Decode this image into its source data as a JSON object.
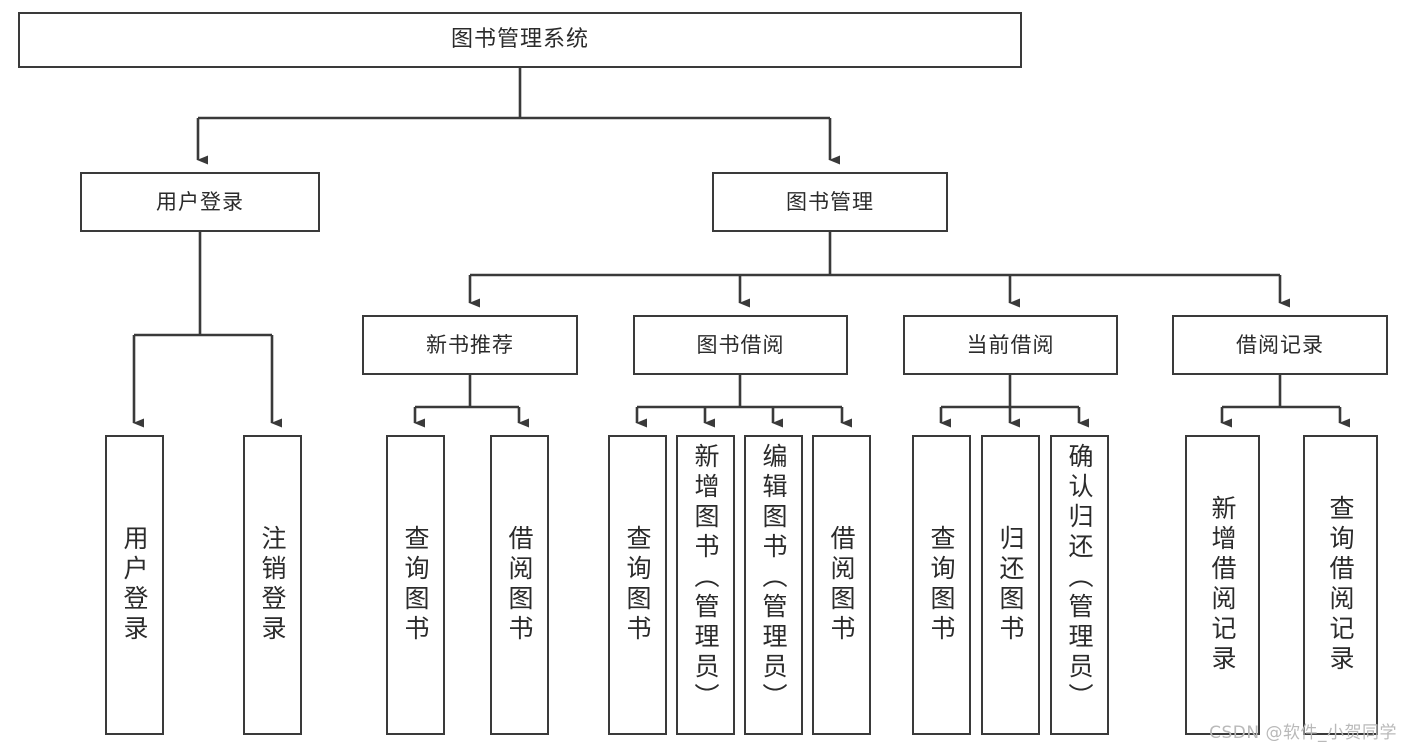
{
  "diagram": {
    "title": "图书管理系统",
    "type": "tree-hierarchy-chart",
    "root": {
      "label": "图书管理系统"
    },
    "level2": [
      {
        "label": "用户登录"
      },
      {
        "label": "图书管理"
      }
    ],
    "level3": [
      {
        "label": "新书推荐"
      },
      {
        "label": "图书借阅"
      },
      {
        "label": "当前借阅"
      },
      {
        "label": "借阅记录"
      }
    ],
    "leaves_user_login": [
      {
        "label": "用户登录"
      },
      {
        "label": "注销登录"
      }
    ],
    "leaves_new_book": [
      {
        "label": "查询图书"
      },
      {
        "label": "借阅图书"
      }
    ],
    "leaves_borrow": [
      {
        "label": "查询图书"
      },
      {
        "label": "新增图书（管理员）"
      },
      {
        "label": "编辑图书（管理员）"
      },
      {
        "label": "借阅图书"
      }
    ],
    "leaves_current": [
      {
        "label": "查询图书"
      },
      {
        "label": "归还图书"
      },
      {
        "label": "确认归还（管理员）"
      }
    ],
    "leaves_record": [
      {
        "label": "新增借阅记录"
      },
      {
        "label": "查询借阅记录"
      }
    ]
  },
  "watermark": {
    "text": "CSDN @软件_小贺同学"
  },
  "colors": {
    "border": "#3a3a3a",
    "text": "#2b2b2b",
    "background": "#ffffff",
    "watermark": "#b9b9b9"
  }
}
